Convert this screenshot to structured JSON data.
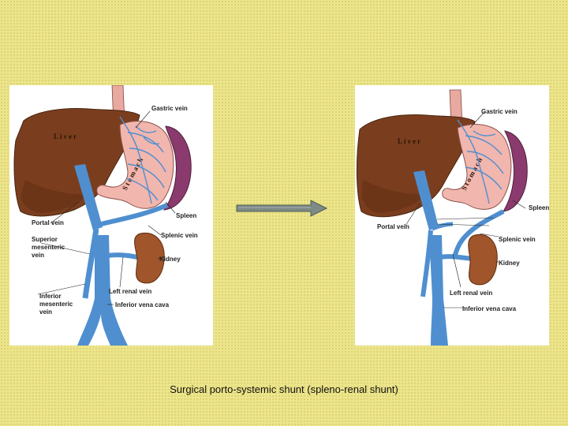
{
  "caption": "Surgical porto-systemic shunt (spleno-renal shunt)",
  "colors": {
    "background": "#ece58c",
    "liver": "#7a3e1e",
    "stomach": "#f1b6ae",
    "spleen": "#8b3a6e",
    "kidney": "#a0552a",
    "vein": "#4f8fd0",
    "arrow": "#7e8a86"
  },
  "left_panel": {
    "organ_labels": {
      "liver": "Liver",
      "stomach": "Stomach"
    },
    "labels": {
      "gastric_vein": "Gastric vein",
      "spleen": "Spleen",
      "portal_vein": "Portal vein",
      "splenic_vein": "Splenic vein",
      "superior_mesenteric": [
        "Superior",
        "mesenteric",
        "vein"
      ],
      "kidney": "Kidney",
      "left_renal_vein": "Left renal vein",
      "inferior_mesenteric": [
        "Inferior",
        "mesenteric",
        "vein"
      ],
      "inferior_vena_cava": "Inferior vena cava"
    }
  },
  "right_panel": {
    "organ_labels": {
      "liver": "Liver",
      "stomach": "Stomach"
    },
    "labels": {
      "gastric_vein": "Gastric vein",
      "spleen": "Spleen",
      "portal_vein": "Portal vein",
      "splenic_vein": "Splenic vein",
      "kidney": "Kidney",
      "left_renal_vein": "Left renal vein",
      "inferior_vena_cava": "Inferior vena cava"
    }
  },
  "arrow_icon": "right-arrow-icon"
}
